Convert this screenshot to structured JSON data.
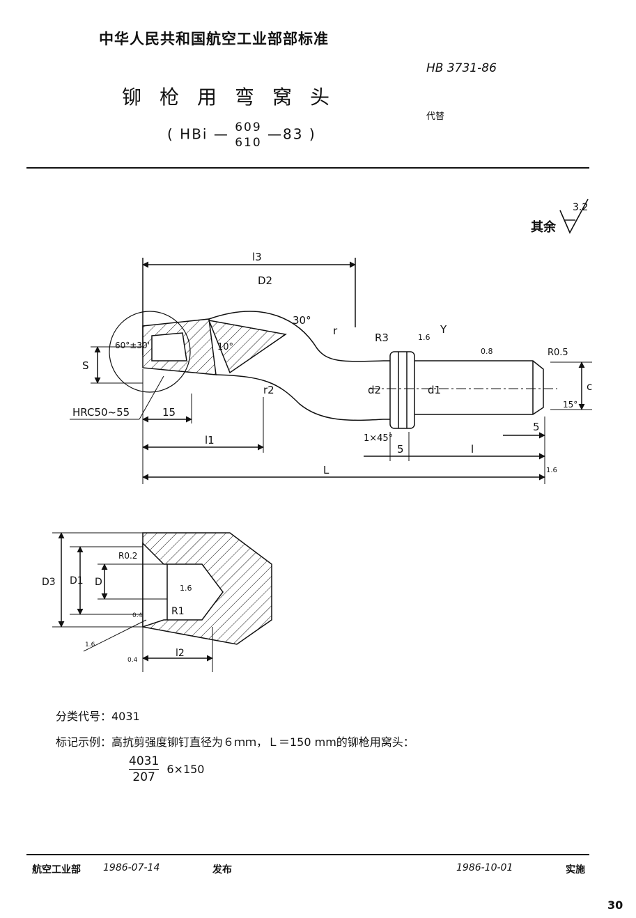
{
  "header": {
    "organization": "中华人民共和国航空工业部部标准",
    "standard_no": "HB 3731-86",
    "title": "铆枪用弯窝头",
    "replaces_label": "代替",
    "subtitle_prefix": "( HBi —",
    "subtitle_num_top": "609",
    "subtitle_num_bottom": "610",
    "subtitle_suffix": "—83 )"
  },
  "roughness": {
    "label": "其余",
    "value": "3.2"
  },
  "drawing1": {
    "labels": {
      "l3": "l3",
      "D2": "D2",
      "angle30": "30°",
      "r": "r",
      "R3": "R3",
      "rough16": "1.6",
      "Y": "Y",
      "rough08": "0.8",
      "R05": "R0.5",
      "angle60": "60°±30'",
      "angle10": "10°",
      "S": "S",
      "r2": "r2",
      "d2": "d2",
      "d1": "d1",
      "c": "c",
      "angle15": "15°",
      "five_right": "5",
      "hrc": "HRC50~55",
      "fifteen": "15",
      "chamfer": "1×45°",
      "five_left": "5",
      "l": "l",
      "l1": "l1",
      "L": "L",
      "rough_end": "1.6"
    }
  },
  "drawing2": {
    "labels": {
      "D3": "D3",
      "D1": "D1",
      "D": "D",
      "R02": "R0.2",
      "rough16": "1.6",
      "R1": "R1",
      "l2": "l2",
      "small1": "0.4",
      "small2": "1.6",
      "small3": "0.4"
    }
  },
  "notes": {
    "classification": "分类代号：4031",
    "marking_example": "标记示例：高抗剪强度铆钉直径为６ｍｍ，Ｌ＝150 mm的铆枪用窝头：",
    "frac_top": "4031",
    "frac_bottom": "207",
    "frac_suffix": "6×150"
  },
  "footer": {
    "issuer": "航空工业部",
    "issue_date": "1986-07-14",
    "issue_label": "发布",
    "effective_date": "1986-10-01",
    "effective_label": "实施"
  },
  "page_number": "30"
}
